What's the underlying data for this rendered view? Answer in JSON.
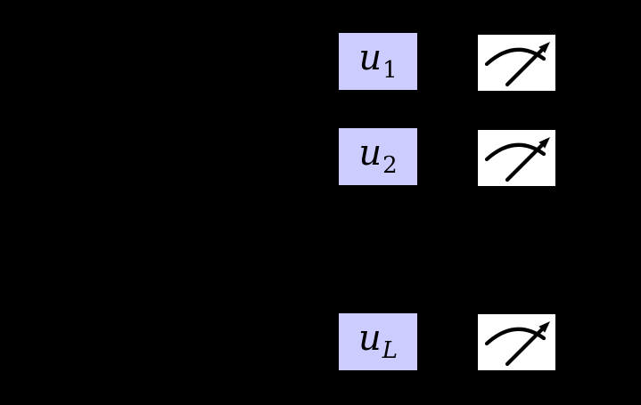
{
  "figure": {
    "type": "quantum-measurement-diagram",
    "background_color": "#000000",
    "rows": [
      {
        "gate": {
          "base": "u",
          "subscript": "1"
        },
        "meter": "measurement-gauge"
      },
      {
        "gate": {
          "base": "u",
          "subscript": "2"
        },
        "meter": "measurement-gauge"
      },
      {
        "gate": {
          "base": "u",
          "subscript": "L"
        },
        "meter": "measurement-gauge"
      }
    ],
    "colors": {
      "gate_fill": "#ccccff",
      "gate_text": "#000000",
      "meter_fill": "#ffffff",
      "meter_glyph": "#000000"
    }
  }
}
